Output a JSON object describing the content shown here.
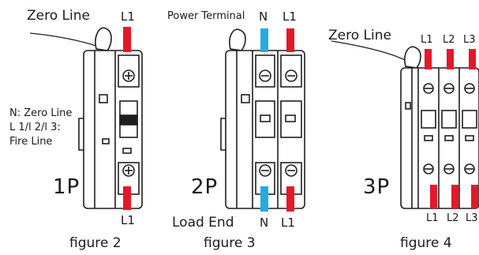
{
  "top_fragment": "",
  "figure2": {
    "zero_line": "Zero Line",
    "l1_top": "L1",
    "legend_line1": "N: Zero Line",
    "legend_line2": "L 1/l 2/l 3:",
    "legend_line3": "Fire Line",
    "poles": "1P",
    "l1_bottom": "L1",
    "caption": "figure 2"
  },
  "figure3": {
    "power_terminal": "Power Terminal",
    "n_top": "N",
    "l1_top": "L1",
    "poles": "2P",
    "load_end": "Load End",
    "n_bottom": "N",
    "l1_bottom": "L1",
    "caption": "figure 3"
  },
  "figure4": {
    "zero_line": "Zero Line",
    "top_labels": [
      "L1",
      "L2",
      "L3"
    ],
    "poles": "3P",
    "bottom_labels": [
      "L1",
      "L2",
      "L3"
    ],
    "caption": "figure 4"
  },
  "colors": {
    "fire_line": "#e3192b",
    "zero_line": "#2aa9e0",
    "outline": "#1f1f1f"
  }
}
